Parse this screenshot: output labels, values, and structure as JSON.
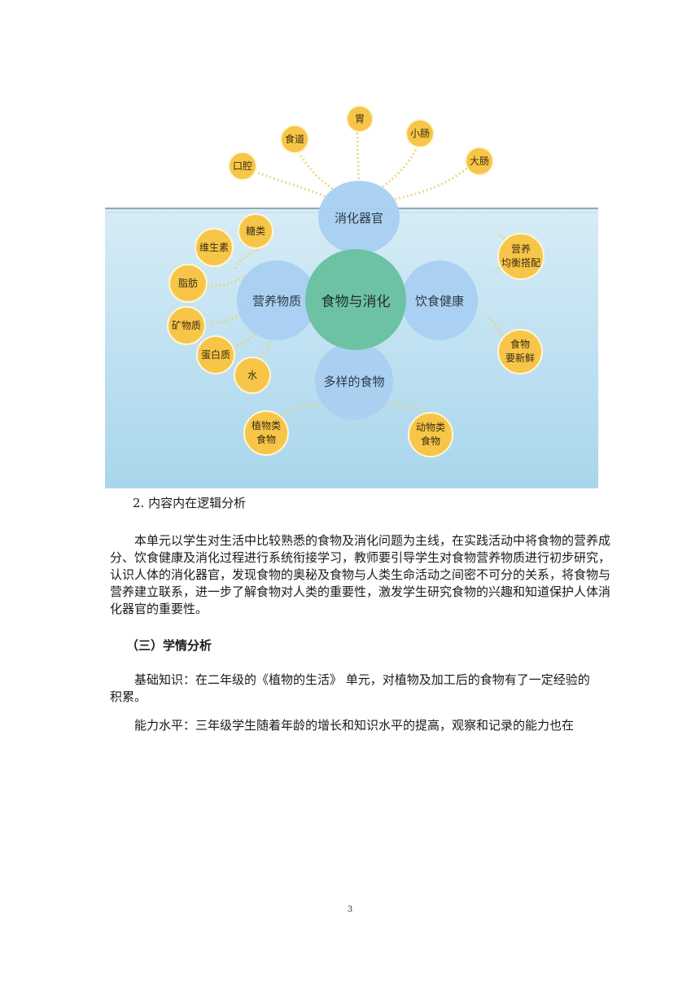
{
  "diagram": {
    "center": "食物与消化",
    "branches": {
      "digestive": "消化器官",
      "nutrients": "营养物质",
      "diet": "饮食健康",
      "foods": "多样的食物"
    },
    "organs": [
      "口腔",
      "食道",
      "胃",
      "小肠",
      "大肠"
    ],
    "nutrients": [
      "糖类",
      "维生素",
      "脂肪",
      "矿物质",
      "蛋白质",
      "水"
    ],
    "diet": [
      "营养\n均衡搭配",
      "食物\n要新鲜"
    ],
    "foods": [
      "植物类\n食物",
      "动物类\n食物"
    ]
  },
  "section_title": "2. 内容内在逻辑分析",
  "paragraph_1": "本单元以学生对生活中比较熟悉的食物及消化问题为主线，在实践活动中将食物的营养成分、饮食健康及消化过程进行系统衔接学习，教师要引导学生对食物营养物质进行初步研究，认识人体的消化器官，发现食物的奥秘及食物与人类生命活动之间密不可分的关系，将食物与营养建立联系，进一步了解食物对人类的重要性，激发学生研究食物的兴趣和知道保护人体消化器官的重要性。",
  "heading_3": "（三）学情分析",
  "paragraph_2": "基础知识：在二年级的《植物的生活》 单元，对植物及加工后的食物有了一定经验的积累。",
  "paragraph_3": "能力水平：三年级学生随着年龄的增长和知识水平的提高，观察和记录的能力也在",
  "page_number": "3"
}
